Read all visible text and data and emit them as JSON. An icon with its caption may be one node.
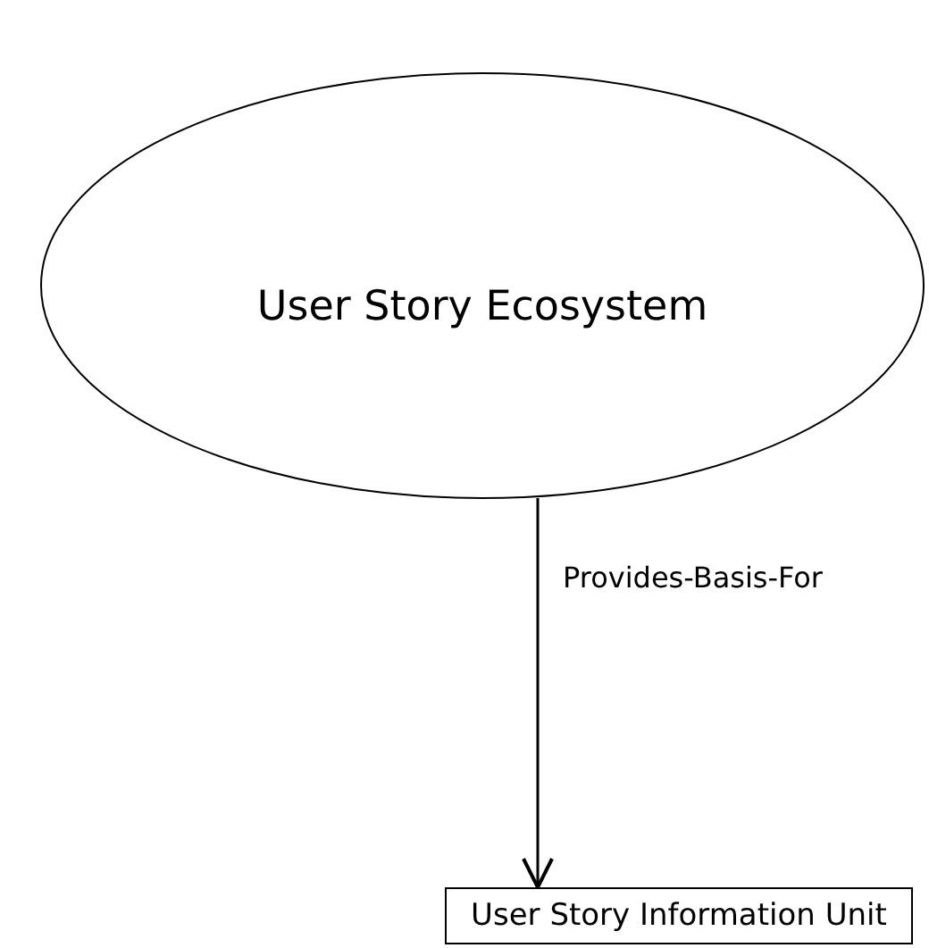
{
  "diagram": {
    "nodes": [
      {
        "text": [
          "User Story Ecosystem"
        ]
      },
      {
        "text": [
          "User Story Information Unit"
        ]
      }
    ],
    "edges": [
      {
        "from": 0,
        "to": 1,
        "arrow": "to",
        "label": "Provides-Basis-For"
      }
    ]
  }
}
